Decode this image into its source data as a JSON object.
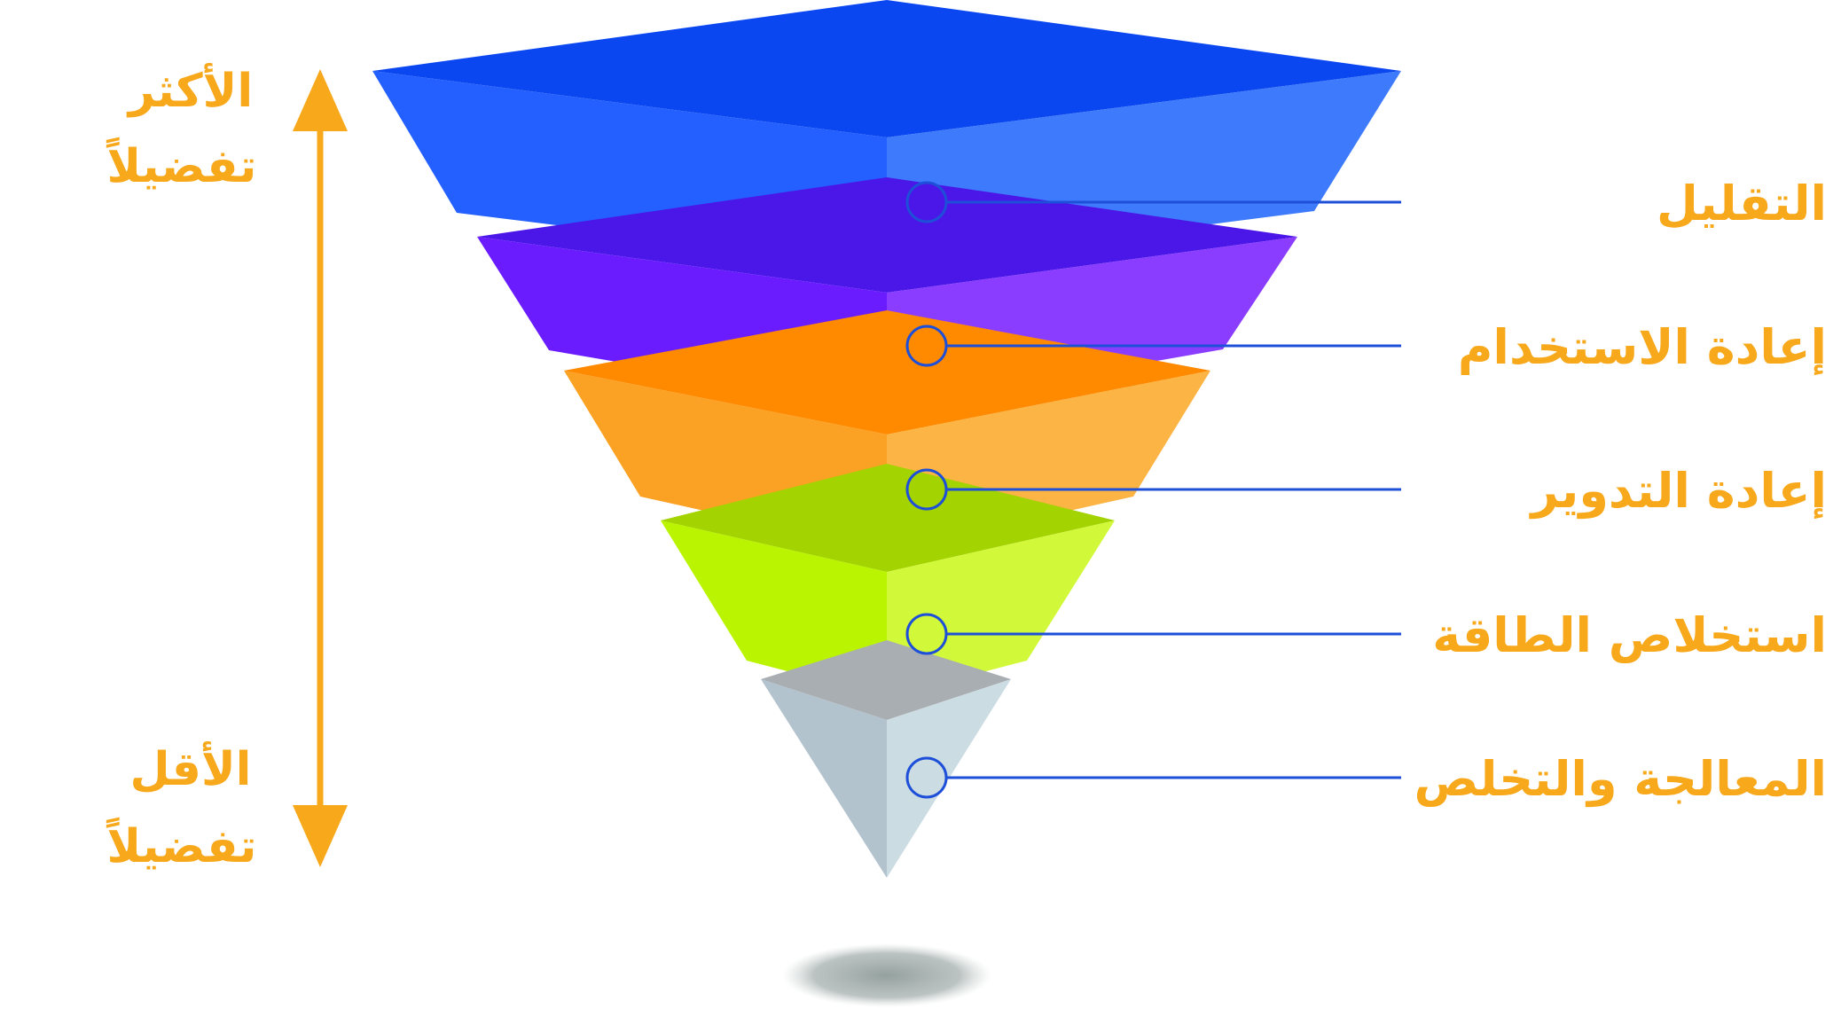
{
  "colors": {
    "text": "#F7A81B",
    "arrow": "#F7A81B",
    "connector": "#1E4FD8",
    "shadow": "#8F9C9A"
  },
  "axis": {
    "top_line1": "الأكثر",
    "top_line2": "تفضيلاً",
    "bottom_line1": "الأقل",
    "bottom_line2": "تفضيلاً"
  },
  "layers": [
    {
      "label": "التقليل",
      "top_color": "#0A47F0",
      "left_color": "#2460FF",
      "right_color": "#3D7AFC"
    },
    {
      "label": "إعادة الاستخدام",
      "top_color": "#4B16E8",
      "left_color": "#6A1CFF",
      "right_color": "#8A3CFF"
    },
    {
      "label": "إعادة التدوير",
      "top_color": "#FF8A00",
      "left_color": "#FBA123",
      "right_color": "#FCB444"
    },
    {
      "label": "استخلاص الطاقة",
      "top_color": "#A3D300",
      "left_color": "#BAF400",
      "right_color": "#D2F83A"
    },
    {
      "label": "المعالجة والتخلص",
      "top_color": "#A9AEB2",
      "left_color": "#B3C3CE",
      "right_color": "#CCDCE3"
    }
  ]
}
